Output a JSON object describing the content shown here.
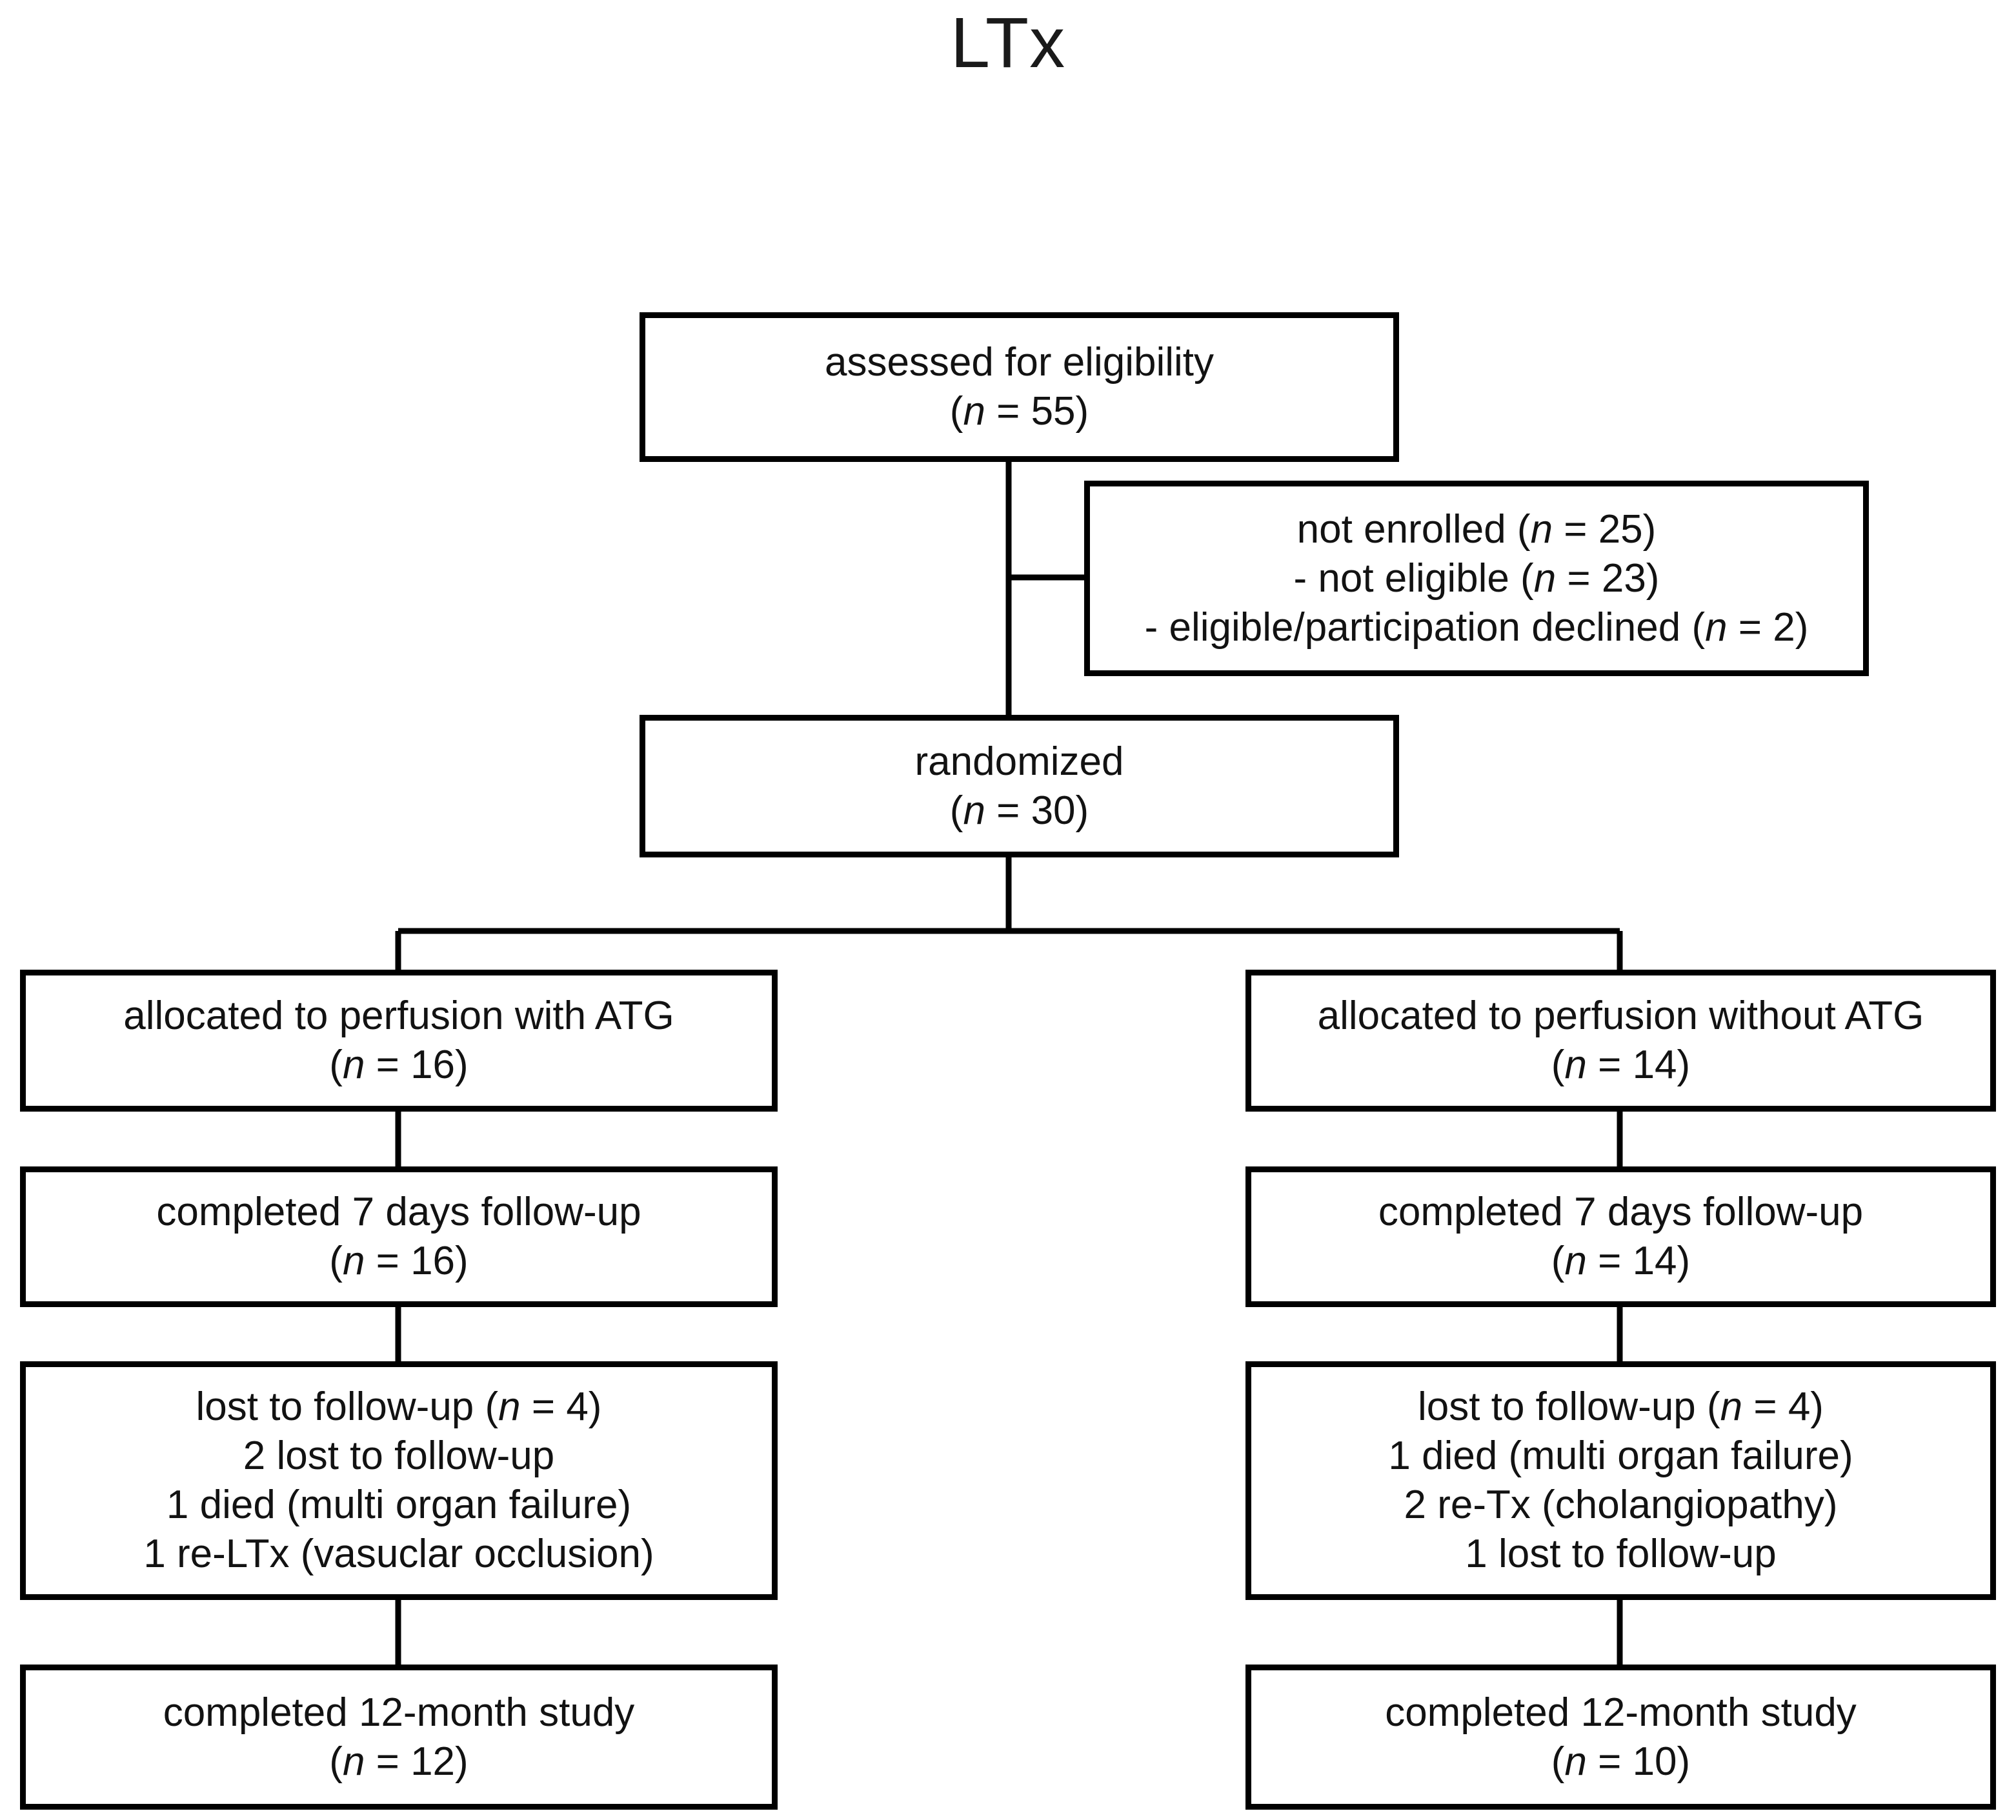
{
  "title": "LTx",
  "colors": {
    "box_border": "#000000",
    "connector": "#000000",
    "text": "#121212",
    "background": "#ffffff"
  },
  "chart_data": {
    "type": "diagram",
    "title": "LTx",
    "subtype": "CONSORT participant flow diagram",
    "nodes": [
      {
        "id": "assessed",
        "lines": [
          "assessed for eligibility",
          "(n = 55)"
        ]
      },
      {
        "id": "not-enrolled",
        "lines": [
          "not enrolled (n = 25)",
          "- not eligible (n = 23)",
          "- eligible/participation declined (n = 2)"
        ]
      },
      {
        "id": "randomized",
        "lines": [
          "randomized",
          "(n = 30)"
        ]
      },
      {
        "id": "alloc-left",
        "lines": [
          "allocated to perfusion with ATG",
          "(n = 16)"
        ]
      },
      {
        "id": "alloc-right",
        "lines": [
          "allocated to perfusion without ATG",
          "(n = 14)"
        ]
      },
      {
        "id": "fu7-left",
        "lines": [
          "completed 7 days follow-up",
          "(n = 16)"
        ]
      },
      {
        "id": "fu7-right",
        "lines": [
          "completed 7 days follow-up",
          "(n = 14)"
        ]
      },
      {
        "id": "lost-left",
        "lines": [
          "lost to follow-up (n = 4)",
          "2 lost to follow-up",
          "1 died (multi organ failure)",
          "1 re-LTx (vasuclar occlusion)"
        ]
      },
      {
        "id": "lost-right",
        "lines": [
          "lost to follow-up (n = 4)",
          "1 died (multi organ failure)",
          "2 re-Tx (cholangiopathy)",
          "1 lost to follow-up"
        ]
      },
      {
        "id": "done-left",
        "lines": [
          "completed 12-month study",
          "(n = 12)"
        ]
      },
      {
        "id": "done-right",
        "lines": [
          "completed 12-month study",
          "(n = 10)"
        ]
      }
    ],
    "edges": [
      {
        "from": "assessed",
        "to": "not-enrolled"
      },
      {
        "from": "assessed",
        "to": "randomized"
      },
      {
        "from": "randomized",
        "to": "alloc-left"
      },
      {
        "from": "randomized",
        "to": "alloc-right"
      },
      {
        "from": "alloc-left",
        "to": "fu7-left"
      },
      {
        "from": "fu7-left",
        "to": "lost-left"
      },
      {
        "from": "lost-left",
        "to": "done-left"
      },
      {
        "from": "alloc-right",
        "to": "fu7-right"
      },
      {
        "from": "fu7-right",
        "to": "lost-right"
      },
      {
        "from": "lost-right",
        "to": "done-right"
      }
    ],
    "counts": {
      "assessed_for_eligibility": 55,
      "not_enrolled": 25,
      "not_eligible": 23,
      "eligible_participation_declined": 2,
      "randomized": 30,
      "allocated_with_atg": 16,
      "allocated_without_atg": 14,
      "completed_7_days_with_atg": 16,
      "completed_7_days_without_atg": 14,
      "lost_to_follow_up_with_atg": 4,
      "lost_to_follow_up_without_atg": 4,
      "completed_12_month_with_atg": 12,
      "completed_12_month_without_atg": 10
    }
  },
  "nodes": {
    "assessed": {
      "line1": "assessed for eligibility",
      "line2_pre": "(",
      "line2_n": "n",
      "line2_post": " = 55)"
    },
    "not_enrolled": {
      "line1_pre": "not enrolled (",
      "line1_n": "n",
      "line1_post": " = 25)",
      "line2_pre": "- not eligible (",
      "line2_n": "n",
      "line2_post": " = 23)",
      "line3_pre": "- eligible/participation declined (",
      "line3_n": "n",
      "line3_post": " = 2)"
    },
    "randomized": {
      "line1": "randomized",
      "line2_pre": "(",
      "line2_n": "n",
      "line2_post": " = 30)"
    },
    "alloc_left": {
      "line1": "allocated to perfusion with ATG",
      "line2_pre": "(",
      "line2_n": "n",
      "line2_post": " = 16)"
    },
    "alloc_right": {
      "line1": "allocated to perfusion without ATG",
      "line2_pre": "(",
      "line2_n": "n",
      "line2_post": " = 14)"
    },
    "fu7_left": {
      "line1": "completed 7 days follow-up",
      "line2_pre": "(",
      "line2_n": "n",
      "line2_post": " = 16)"
    },
    "fu7_right": {
      "line1": "completed 7 days follow-up",
      "line2_pre": "(",
      "line2_n": "n",
      "line2_post": " = 14)"
    },
    "lost_left": {
      "line1_pre": "lost to follow-up (",
      "line1_n": "n",
      "line1_post": " = 4)",
      "line2": "2 lost to follow-up",
      "line3": "1 died (multi organ failure)",
      "line4": "1 re-LTx (vasuclar occlusion)"
    },
    "lost_right": {
      "line1_pre": "lost to follow-up (",
      "line1_n": "n",
      "line1_post": " = 4)",
      "line2": "1 died (multi organ failure)",
      "line3": "2 re-Tx (cholangiopathy)",
      "line4": "1 lost to follow-up"
    },
    "done_left": {
      "line1": "completed 12-month study",
      "line2_pre": "(",
      "line2_n": "n",
      "line2_post": " = 12)"
    },
    "done_right": {
      "line1": "completed 12-month study",
      "line2_pre": "(",
      "line2_n": "n",
      "line2_post": " = 10)"
    }
  }
}
